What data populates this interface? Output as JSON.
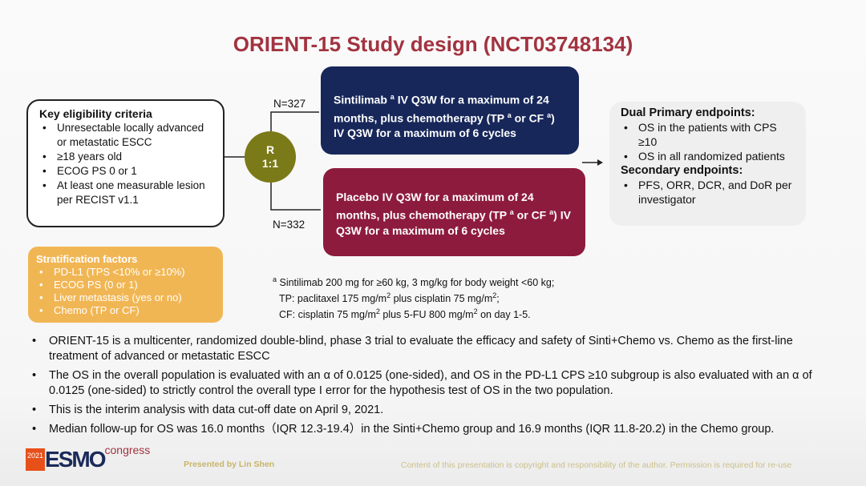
{
  "title": "ORIENT-15 Study design (NCT03748134)",
  "eligibility": {
    "heading": "Key eligibility  criteria",
    "items": [
      "Unresectable locally advanced or metastatic ESCC",
      "≥18 years old",
      "ECOG PS 0 or 1",
      "At least one measurable lesion per RECIST v1.1"
    ]
  },
  "randomization": {
    "label": "R",
    "ratio": "1:1",
    "n_top": "N=327",
    "n_bottom": "N=332"
  },
  "arm1": {
    "pre": "Sintilimab ",
    "sup1": "a",
    "mid1": " IV Q3W for a maximum  of 24 months, plus chemotherapy (TP ",
    "sup2": "a",
    "mid2": " or CF ",
    "sup3": "a",
    "end": ")  IV Q3W for a maximum of 6 cycles"
  },
  "arm2": {
    "pre": "Placebo IV Q3W for a maximum  of 24 months, plus chemotherapy (TP ",
    "sup1": "a",
    "mid": " or CF ",
    "sup2": "a",
    "end": ") IV Q3W for a maximum of 6 cycles"
  },
  "endpoints": {
    "primary_heading": "Dual Primary endpoints:",
    "primary": [
      "OS in the patients with CPS ≥10",
      "OS in all randomized patients"
    ],
    "secondary_heading": "Secondary endpoints:",
    "secondary": [
      "PFS, ORR, DCR, and DoR per investigator"
    ]
  },
  "stratification": {
    "heading": "Stratification factors",
    "items": [
      "PD-L1 (TPS <10% or ≥10%)",
      "ECOG PS (0 or 1)",
      "Liver metastasis (yes or no)",
      "Chemo (TP or CF)"
    ]
  },
  "footnote": {
    "sup": "a",
    "l1": " Sintilimab 200 mg for ≥60 kg, 3 mg/kg for body weight <60 kg;",
    "l2a": "TP: paclitaxel 175 mg/m",
    "l2b": " plus cisplatin 75 mg/m",
    "l2c": ";",
    "l3a": "CF: cisplatin 75 mg/m",
    "l3b": " plus 5-FU 800 mg/m",
    "l3c": " on day 1-5.",
    "sq": "2"
  },
  "bullets": [
    "ORIENT-15 is a multicenter, randomized double-blind, phase 3 trial to evaluate the efficacy and safety of Sinti+Chemo vs. Chemo as the first-line treatment of advanced or metastatic ESCC",
    "The OS in the overall population is evaluated with an α of 0.0125 (one-sided), and OS in the PD-L1 CPS ≥10 subgroup is also evaluated with an α of 0.0125 (one-sided) to strictly control the overall type I error for the hypothesis test of OS in the two population.",
    "This is the interim analysis with data cut-off date on April 9, 2021.",
    "Median follow-up for OS was 16.0 months（IQR 12.3-19.4）in the Sinti+Chemo group  and 16.9 months (IQR 11.8-20.2) in the Chemo group."
  ],
  "footer": {
    "logo_year": "2021",
    "logo_text": "ESMO",
    "logo_congress": "congress",
    "presenter": "Presented by Lin Shen",
    "copyright": "Content of this presentation is copyright and responsibility of the author. Permission is required for re-use"
  }
}
